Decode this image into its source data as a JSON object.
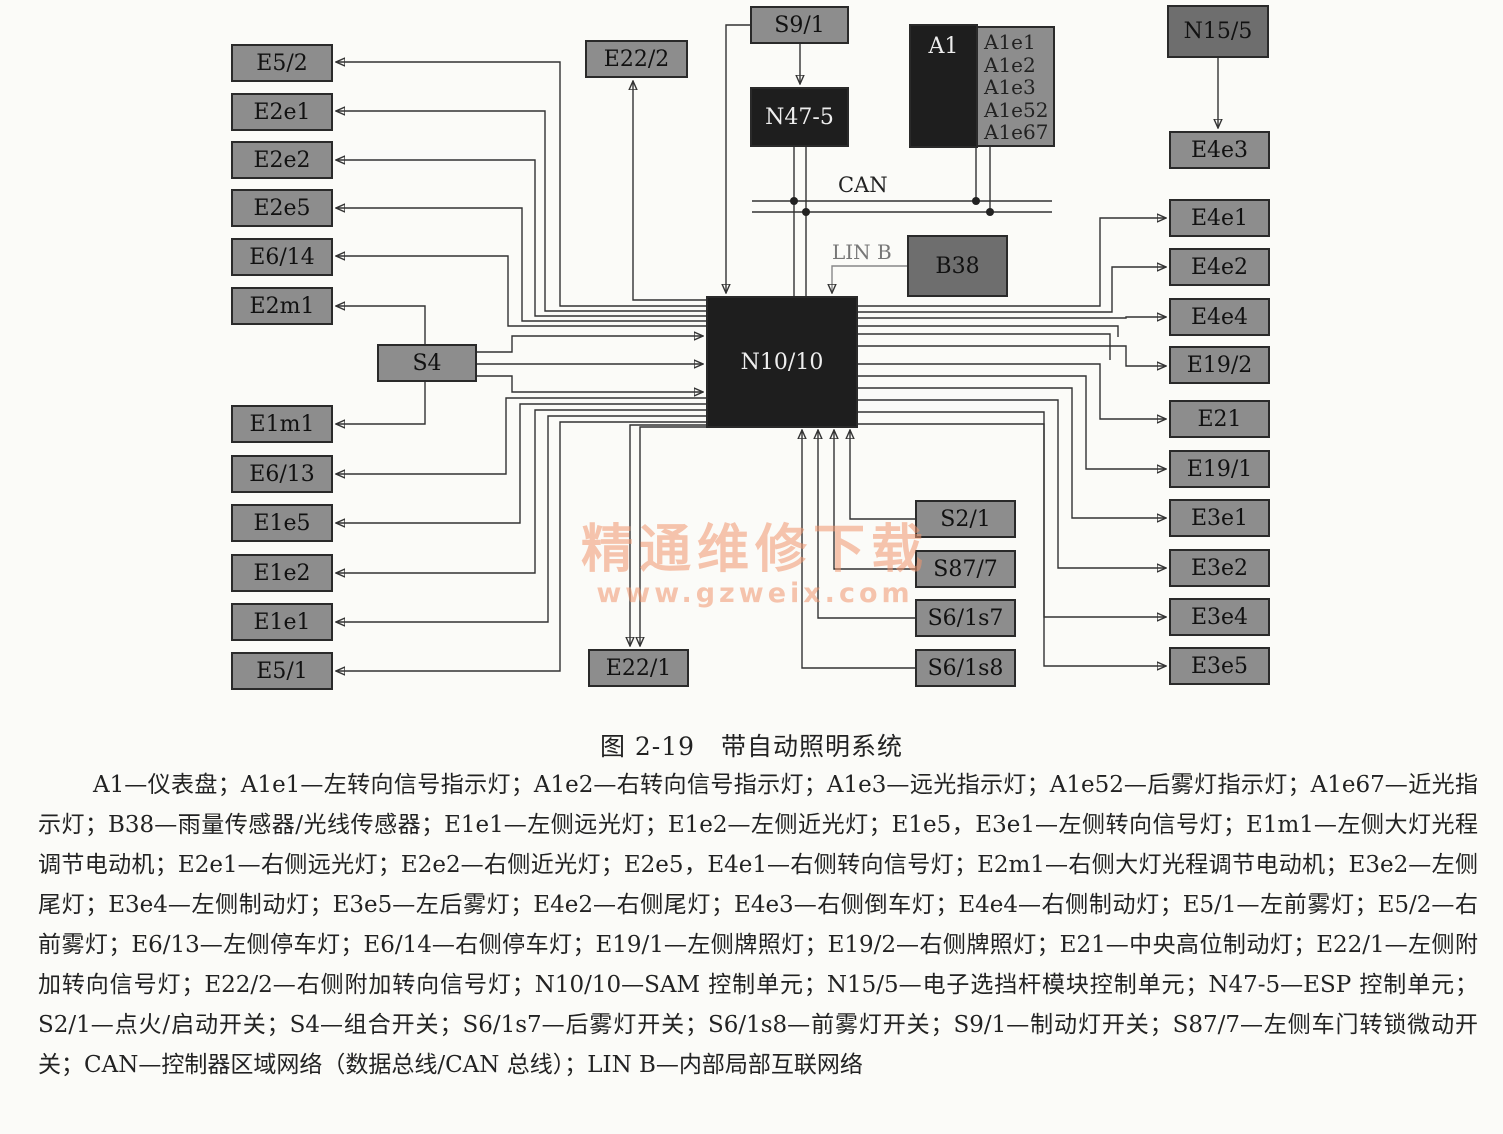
{
  "diagram": {
    "center": "N10/10",
    "left_boxes": [
      "E5/2",
      "E2e1",
      "E2e2",
      "E2e5",
      "E6/14",
      "E2m1",
      "S4",
      "E1m1",
      "E6/13",
      "E1e5",
      "E1e2",
      "E1e1",
      "E5/1"
    ],
    "right_boxes": [
      "N15/5",
      "E4e3",
      "E4e1",
      "E4e2",
      "E4e4",
      "E19/2",
      "E21",
      "E19/1",
      "E3e1",
      "E3e2",
      "E3e4",
      "E3e5"
    ],
    "top_boxes": [
      "S9/1",
      "E22/2",
      "N47-5",
      "A1",
      "B38"
    ],
    "a1_items": [
      "A1e1",
      "A1e2",
      "A1e3",
      "A1e52",
      "A1e67"
    ],
    "bottom_boxes": [
      "S2/1",
      "S87/7",
      "S6/1s7",
      "S6/1s8",
      "E22/1"
    ],
    "bus_can": "CAN",
    "bus_lin": "LIN B"
  },
  "watermark": {
    "line1": "精通维修下载",
    "line2": "www.gzweix.com"
  },
  "caption": "图 2-19　带自动照明系统",
  "legend": "A1—仪表盘；A1e1—左转向信号指示灯；A1e2—右转向信号指示灯；A1e3—远光指示灯；A1e52—后雾灯指示灯；A1e67—近光指示灯；B38—雨量传感器/光线传感器；E1e1—左侧远光灯；E1e2—左侧近光灯；E1e5，E3e1—左侧转向信号灯；E1m1—左侧大灯光程调节电动机；E2e1—右侧远光灯；E2e2—右侧近光灯；E2e5，E4e1—右侧转向信号灯；E2m1—右侧大灯光程调节电动机；E3e2—左侧尾灯；E3e4—左侧制动灯；E3e5—左后雾灯；E4e2—右侧尾灯；E4e3—右侧倒车灯；E4e4—右侧制动灯；E5/1—左前雾灯；E5/2—右前雾灯；E6/13—左侧停车灯；E6/14—右侧停车灯；E19/1—左侧牌照灯；E19/2—右侧牌照灯；E21—中央高位制动灯；E22/1—左侧附加转向信号灯；E22/2—右侧附加转向信号灯；N10/10—SAM 控制单元；N15/5—电子选挡杆模块控制单元；N47-5—ESP 控制单元；S2/1—点火/启动开关；S4—组合开关；S6/1s7—后雾灯开关；S6/1s8—前雾灯开关；S9/1—制动灯开关；S87/7—左侧车门转锁微动开关；CAN—控制器区域网络（数据总线/CAN 总线）；LIN B—内部局部互联网络"
}
